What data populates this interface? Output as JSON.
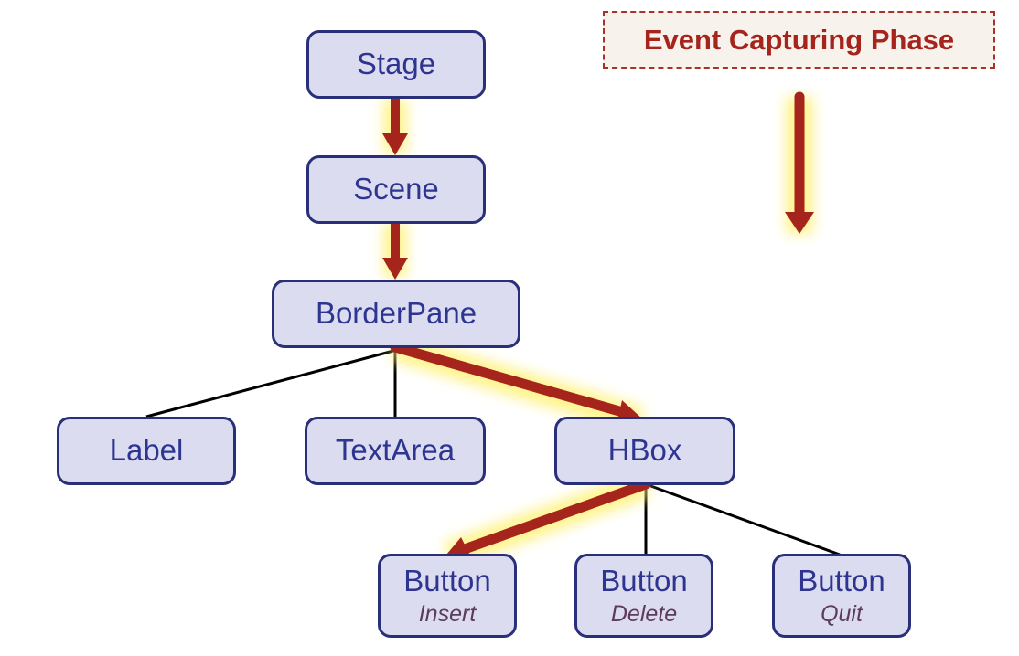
{
  "title": "Event Capturing Phase",
  "colors": {
    "node_fill": "#dcdcf0",
    "node_border": "#2a2f7a",
    "node_text": "#2e3591",
    "arrow": "#a5241c",
    "glow": "#fff27a",
    "edge": "#000000"
  },
  "nodes": {
    "stage": {
      "label": "Stage"
    },
    "scene": {
      "label": "Scene"
    },
    "borderpane": {
      "label": "BorderPane"
    },
    "label": {
      "label": "Label"
    },
    "textarea": {
      "label": "TextArea"
    },
    "hbox": {
      "label": "HBox"
    },
    "button_insert": {
      "label": "Button",
      "sub": "Insert"
    },
    "button_delete": {
      "label": "Button",
      "sub": "Delete"
    },
    "button_quit": {
      "label": "Button",
      "sub": "Quit"
    }
  },
  "edges": [
    {
      "from": "borderpane",
      "to": "label",
      "type": "tree"
    },
    {
      "from": "borderpane",
      "to": "textarea",
      "type": "tree"
    },
    {
      "from": "hbox",
      "to": "button_delete",
      "type": "tree"
    },
    {
      "from": "hbox",
      "to": "button_quit",
      "type": "tree"
    }
  ],
  "event_path": [
    "stage",
    "scene",
    "borderpane",
    "hbox",
    "button_insert"
  ],
  "legend_arrow": {
    "direction": "down"
  }
}
